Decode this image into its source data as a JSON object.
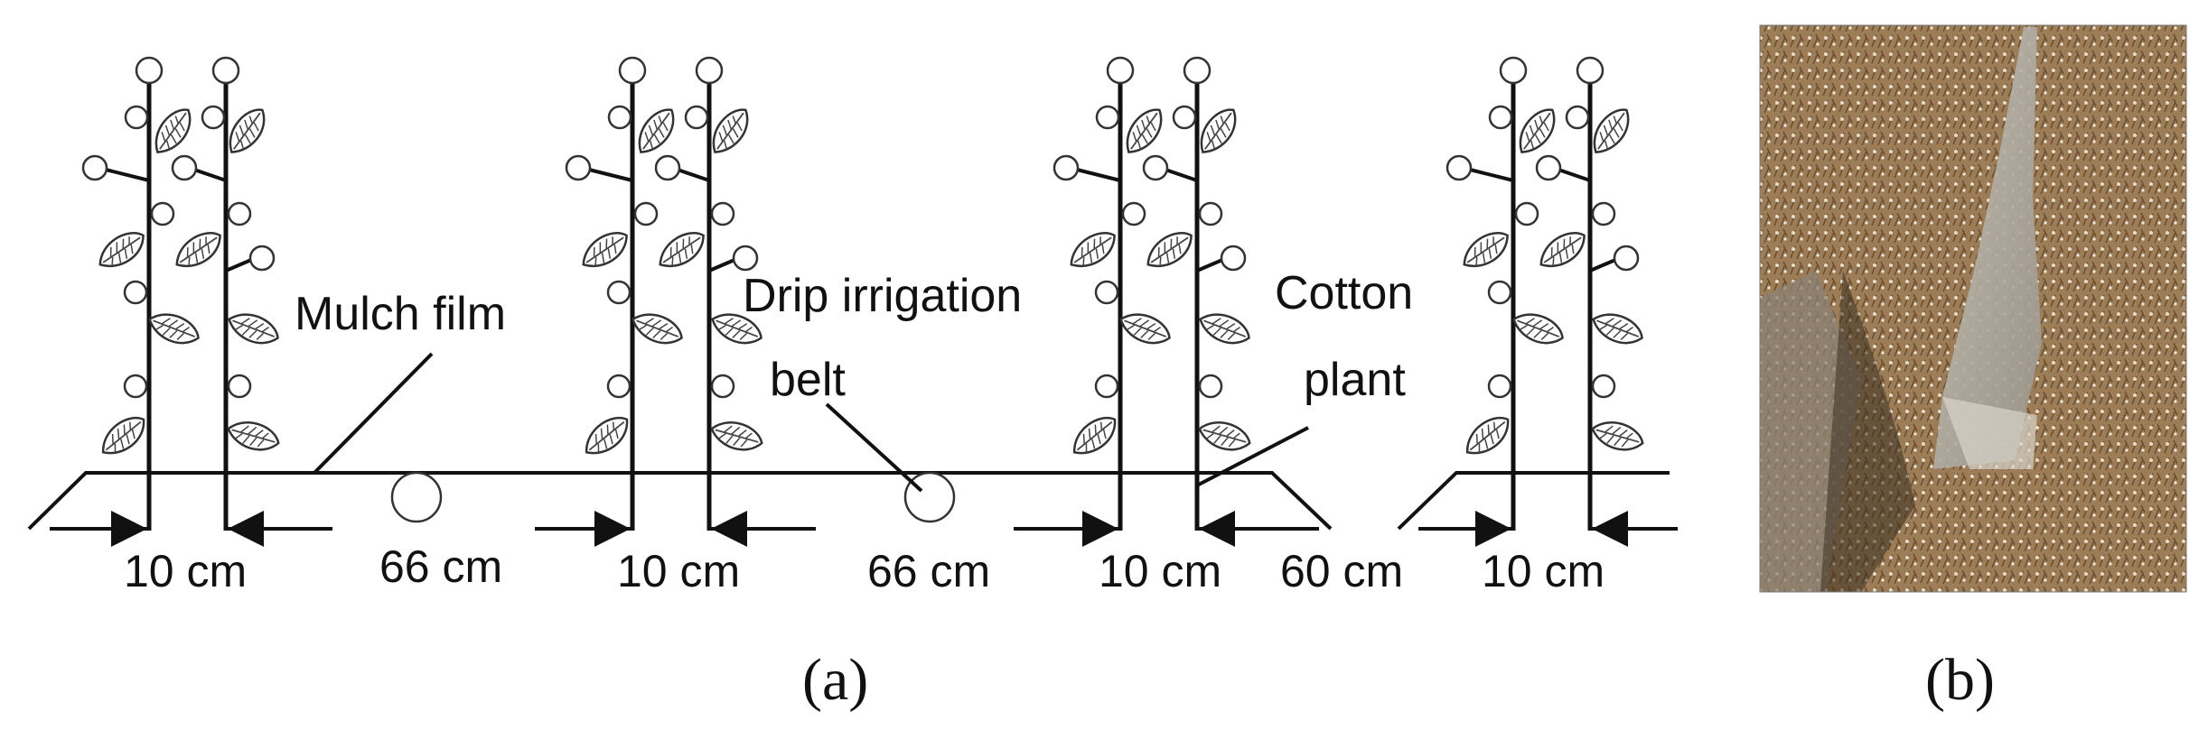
{
  "diagram": {
    "labels": {
      "mulch_film": "Mulch film",
      "drip_line1": "Drip irrigation",
      "drip_line2": "belt",
      "cotton_line1": "Cotton",
      "cotton_line2": "plant"
    },
    "dimensions": [
      "10 cm",
      "66 cm",
      "10 cm",
      "66 cm",
      "10 cm",
      "60 cm",
      "10 cm"
    ],
    "panel_labels": [
      "(a)",
      "(b)"
    ],
    "icons": {
      "plant": "cotton-plant-icon",
      "boll": "boll-circle-icon",
      "leaf": "leaf-icon",
      "drip_belt": "drip-belt-circle-icon",
      "arrow": "dimension-arrow-icon"
    }
  },
  "photo": {
    "description_visible": false
  },
  "colors": {
    "ink": "#111111",
    "soil": "#8a7a66",
    "plant_dry": "#b48a5a",
    "film": "#b9b6ad"
  }
}
